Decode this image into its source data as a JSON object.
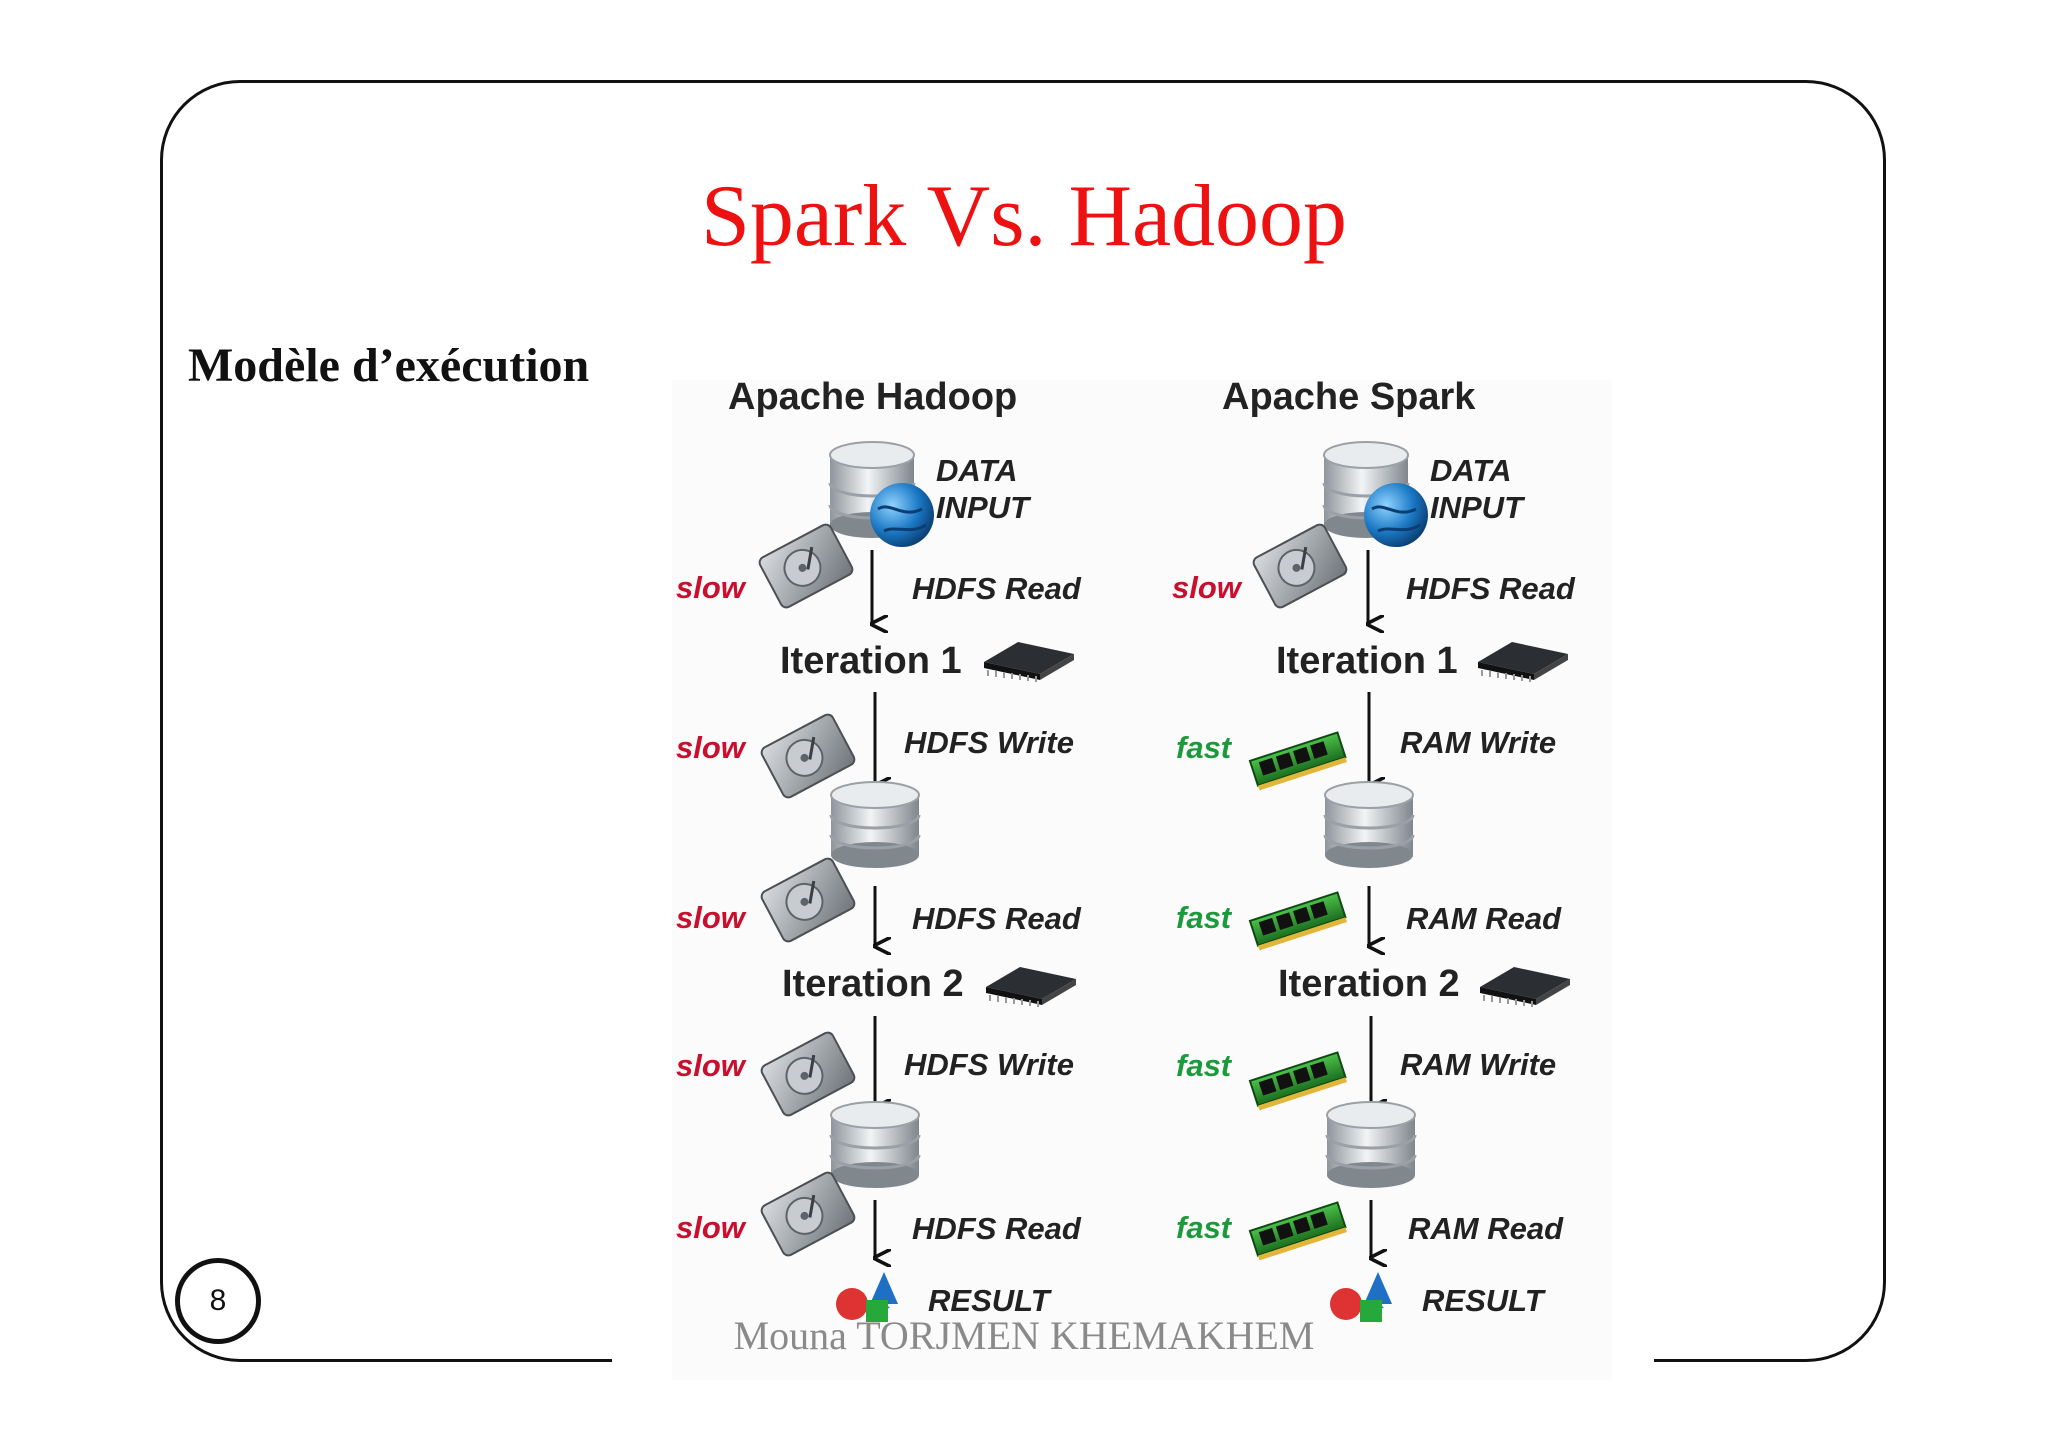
{
  "slide": {
    "title": "Spark Vs. Hadoop",
    "subtitle": "Modèle d’exécution",
    "page_number": "8",
    "footer": "Mouna TORJMEN KHEMAKHEM"
  },
  "colors": {
    "title": "#ee1111",
    "slow": "#c8102e",
    "fast": "#1a9a3a",
    "text": "#222222"
  },
  "hadoop": {
    "title": "Apache Hadoop",
    "data_input": [
      "DATA",
      "INPUT"
    ],
    "read_1": "HDFS Read",
    "iteration_1": "Iteration 1",
    "write_1": "HDFS Write",
    "read_2": "HDFS Read",
    "iteration_2": "Iteration 2",
    "write_2": "HDFS Write",
    "read_3": "HDFS Read",
    "result": "RESULT",
    "speed_1": "slow",
    "speed_2": "slow",
    "speed_3": "slow",
    "speed_4": "slow",
    "speed_5": "slow"
  },
  "spark": {
    "title": "Apache Spark",
    "data_input": [
      "DATA",
      "INPUT"
    ],
    "read_1": "HDFS Read",
    "iteration_1": "Iteration 1",
    "write_1": "RAM Write",
    "read_2": "RAM Read",
    "iteration_2": "Iteration 2",
    "write_2": "RAM Write",
    "read_3": "RAM Read",
    "result": "RESULT",
    "speed_1": "slow",
    "speed_2": "fast",
    "speed_3": "fast",
    "speed_4": "fast",
    "speed_5": "fast"
  }
}
